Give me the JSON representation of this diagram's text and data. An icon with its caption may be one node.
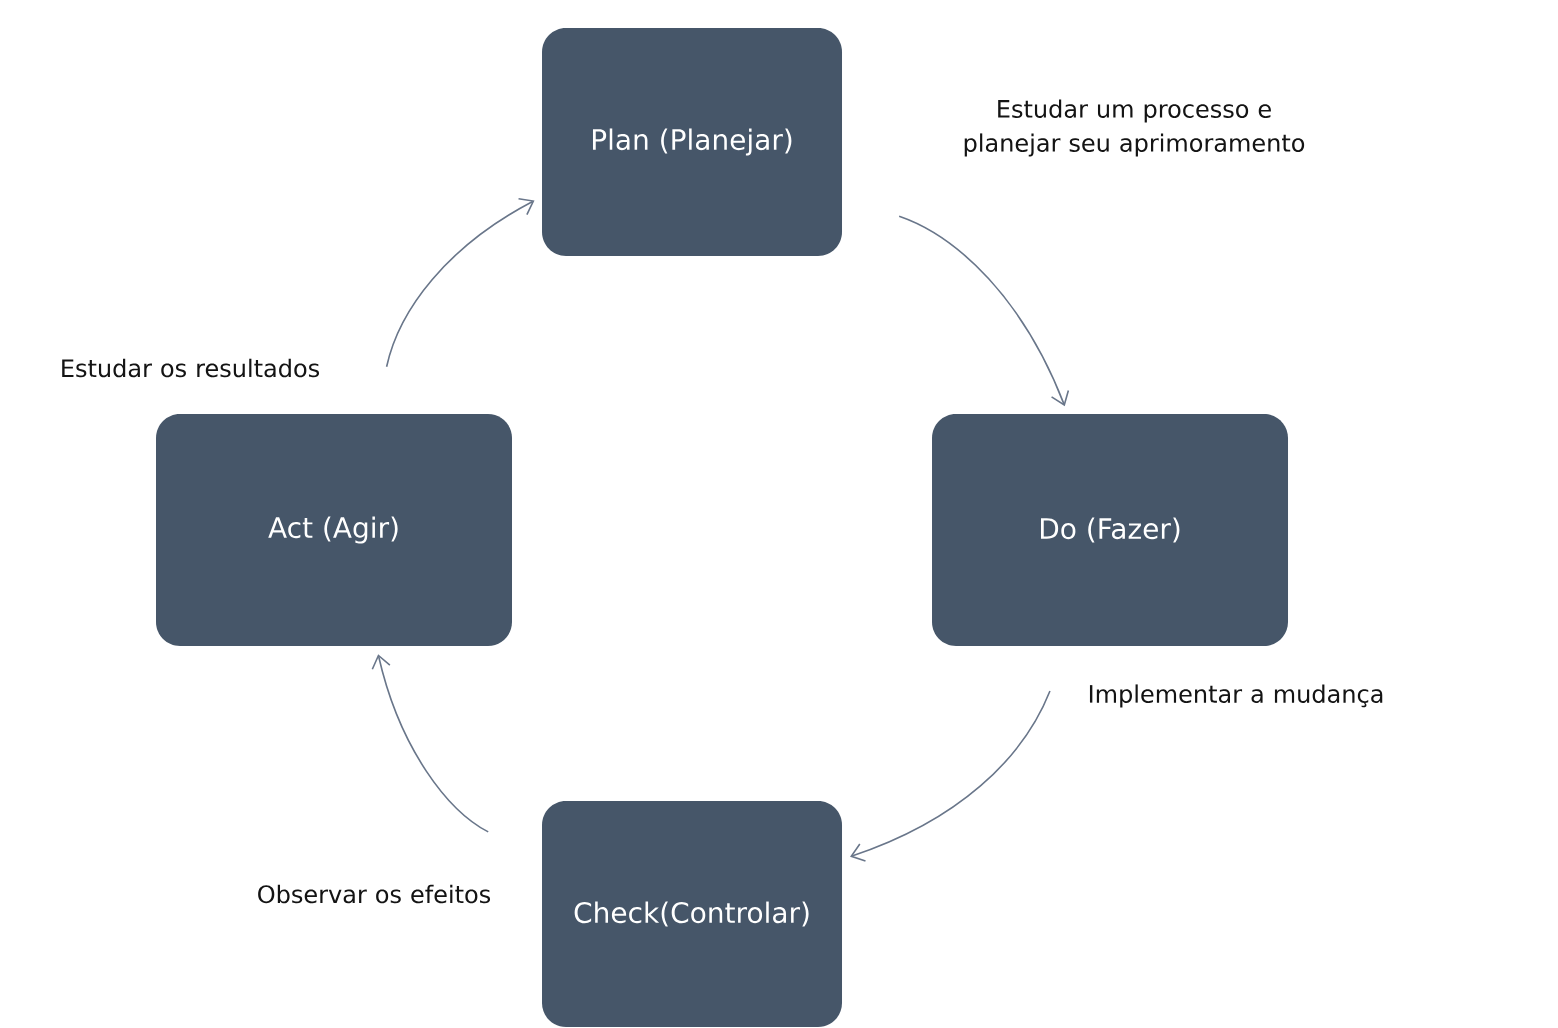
{
  "diagram": {
    "nodes": [
      {
        "text": [
          "Plan (Planejar)"
        ]
      },
      {
        "text": [
          "Do (Fazer)"
        ]
      },
      {
        "text": [
          "Check(Controlar)"
        ]
      },
      {
        "text": [
          "Act (Agir)"
        ]
      }
    ],
    "edges": [
      {
        "from": 0,
        "to": 1,
        "arrow": "to",
        "label": "Estudar um processo e planejar seu aprimoramento"
      },
      {
        "from": 1,
        "to": 2,
        "arrow": "to",
        "label": "Implementar a mudança"
      },
      {
        "from": 2,
        "to": 3,
        "arrow": "to",
        "label": "Observar os efeitos"
      },
      {
        "from": 3,
        "to": 0,
        "arrow": "to",
        "label": "Estudar os resultados"
      }
    ]
  }
}
